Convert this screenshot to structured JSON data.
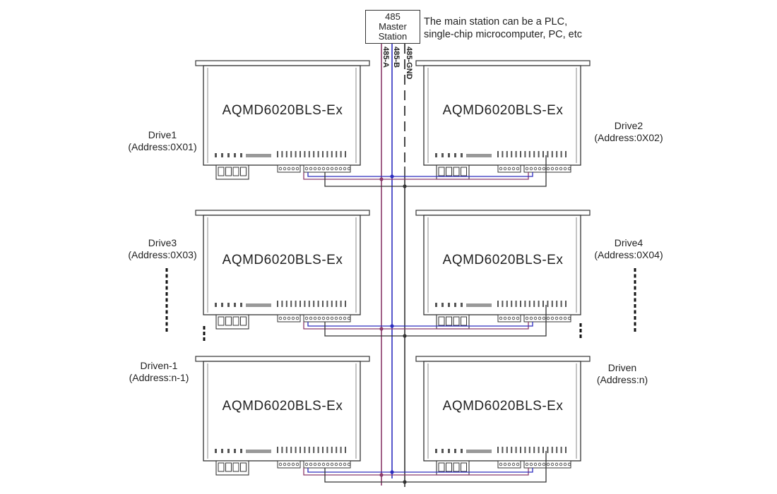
{
  "master": {
    "line1": "485",
    "line2": "Master",
    "line3": "Station",
    "note_line1": "The main station can be a PLC,",
    "note_line2": "single-chip microcomputer, PC, etc"
  },
  "bus": {
    "a_label": "485-A",
    "b_label": "485-B",
    "gnd_label": "485-GND",
    "a_color": "#8b3a6b",
    "b_color": "#2d2dbf",
    "gnd_color": "#333333"
  },
  "drives": [
    {
      "model": "AQMD6020BLS-Ex",
      "name": "Drive1",
      "address": "(Address:0X01)"
    },
    {
      "model": "AQMD6020BLS-Ex",
      "name": "Drive2",
      "address": "(Address:0X02)"
    },
    {
      "model": "AQMD6020BLS-Ex",
      "name": "Drive3",
      "address": "(Address:0X03)"
    },
    {
      "model": "AQMD6020BLS-Ex",
      "name": "Drive4",
      "address": "(Address:0X04)"
    },
    {
      "model": "AQMD6020BLS-Ex",
      "name": "Driven-1",
      "address": "(Address:n-1)"
    },
    {
      "model": "AQMD6020BLS-Ex",
      "name": "Driven",
      "address": "(Address:n)"
    }
  ]
}
